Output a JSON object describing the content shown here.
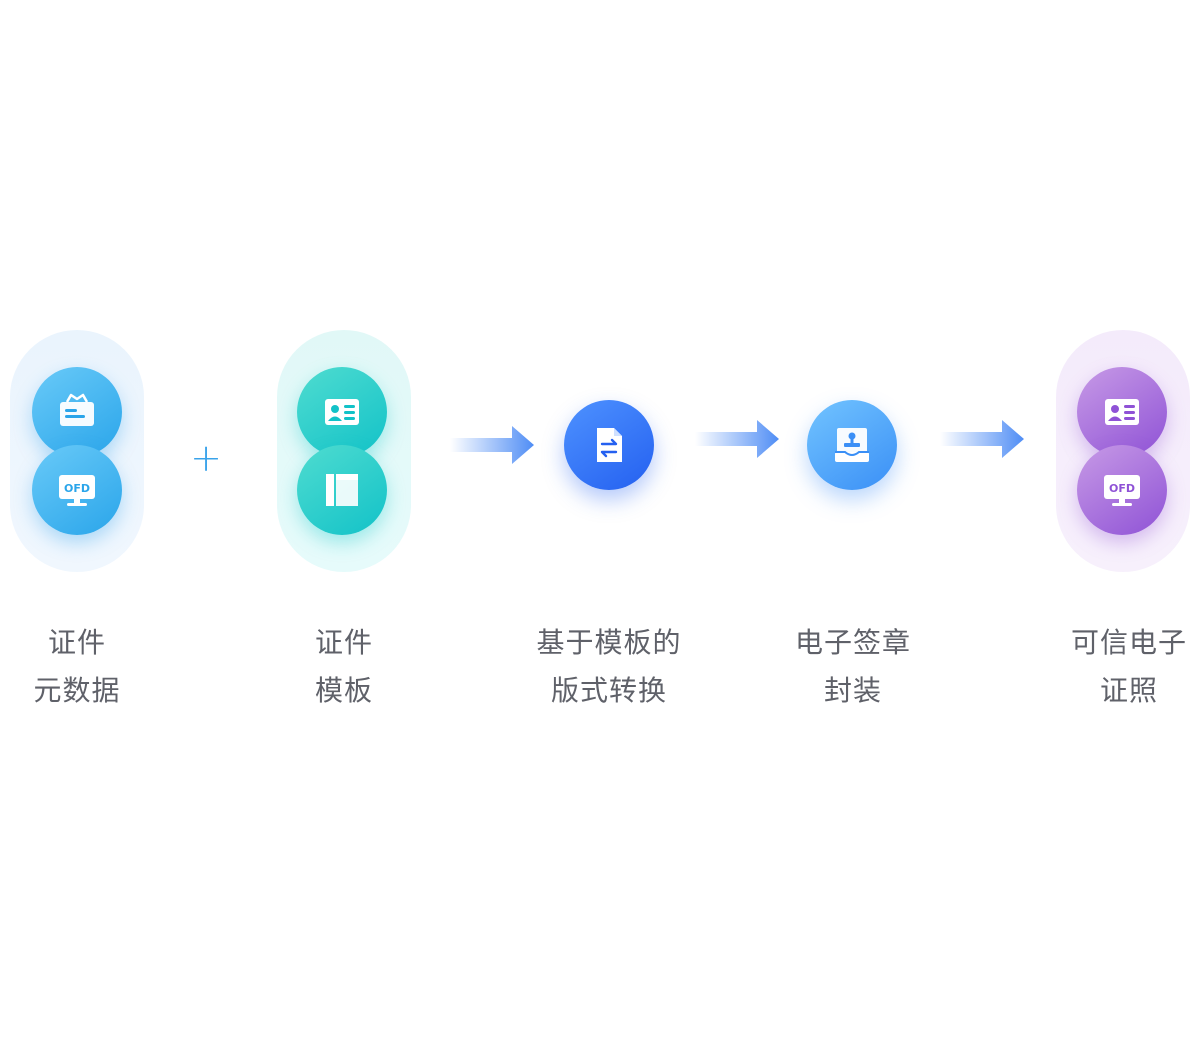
{
  "steps": [
    {
      "id": "metadata",
      "line1": "证件",
      "line2": "元数据",
      "icons": [
        "id-card-icon",
        "ofd-monitor-icon"
      ],
      "icon_text": "OFD",
      "color": "#2aa5ea"
    },
    {
      "id": "template",
      "line1": "证件",
      "line2": "模板",
      "icons": [
        "contact-card-icon",
        "layout-template-icon"
      ],
      "color": "#12c2c8"
    },
    {
      "id": "conversion",
      "line1": "基于模板的",
      "line2": "版式转换",
      "icons": [
        "document-swap-icon"
      ],
      "color": "#2460f0"
    },
    {
      "id": "signature",
      "line1": "电子签章",
      "line2": "封装",
      "icons": [
        "seal-stamp-icon"
      ],
      "color": "#3a8ff6"
    },
    {
      "id": "certificate",
      "line1": "可信电子",
      "line2": "证照",
      "icons": [
        "contact-card-icon",
        "ofd-monitor-icon"
      ],
      "icon_text": "OFD",
      "color": "#8f52d6"
    }
  ],
  "operators": {
    "plus": "+"
  },
  "arrow_color": "#4f8df5"
}
